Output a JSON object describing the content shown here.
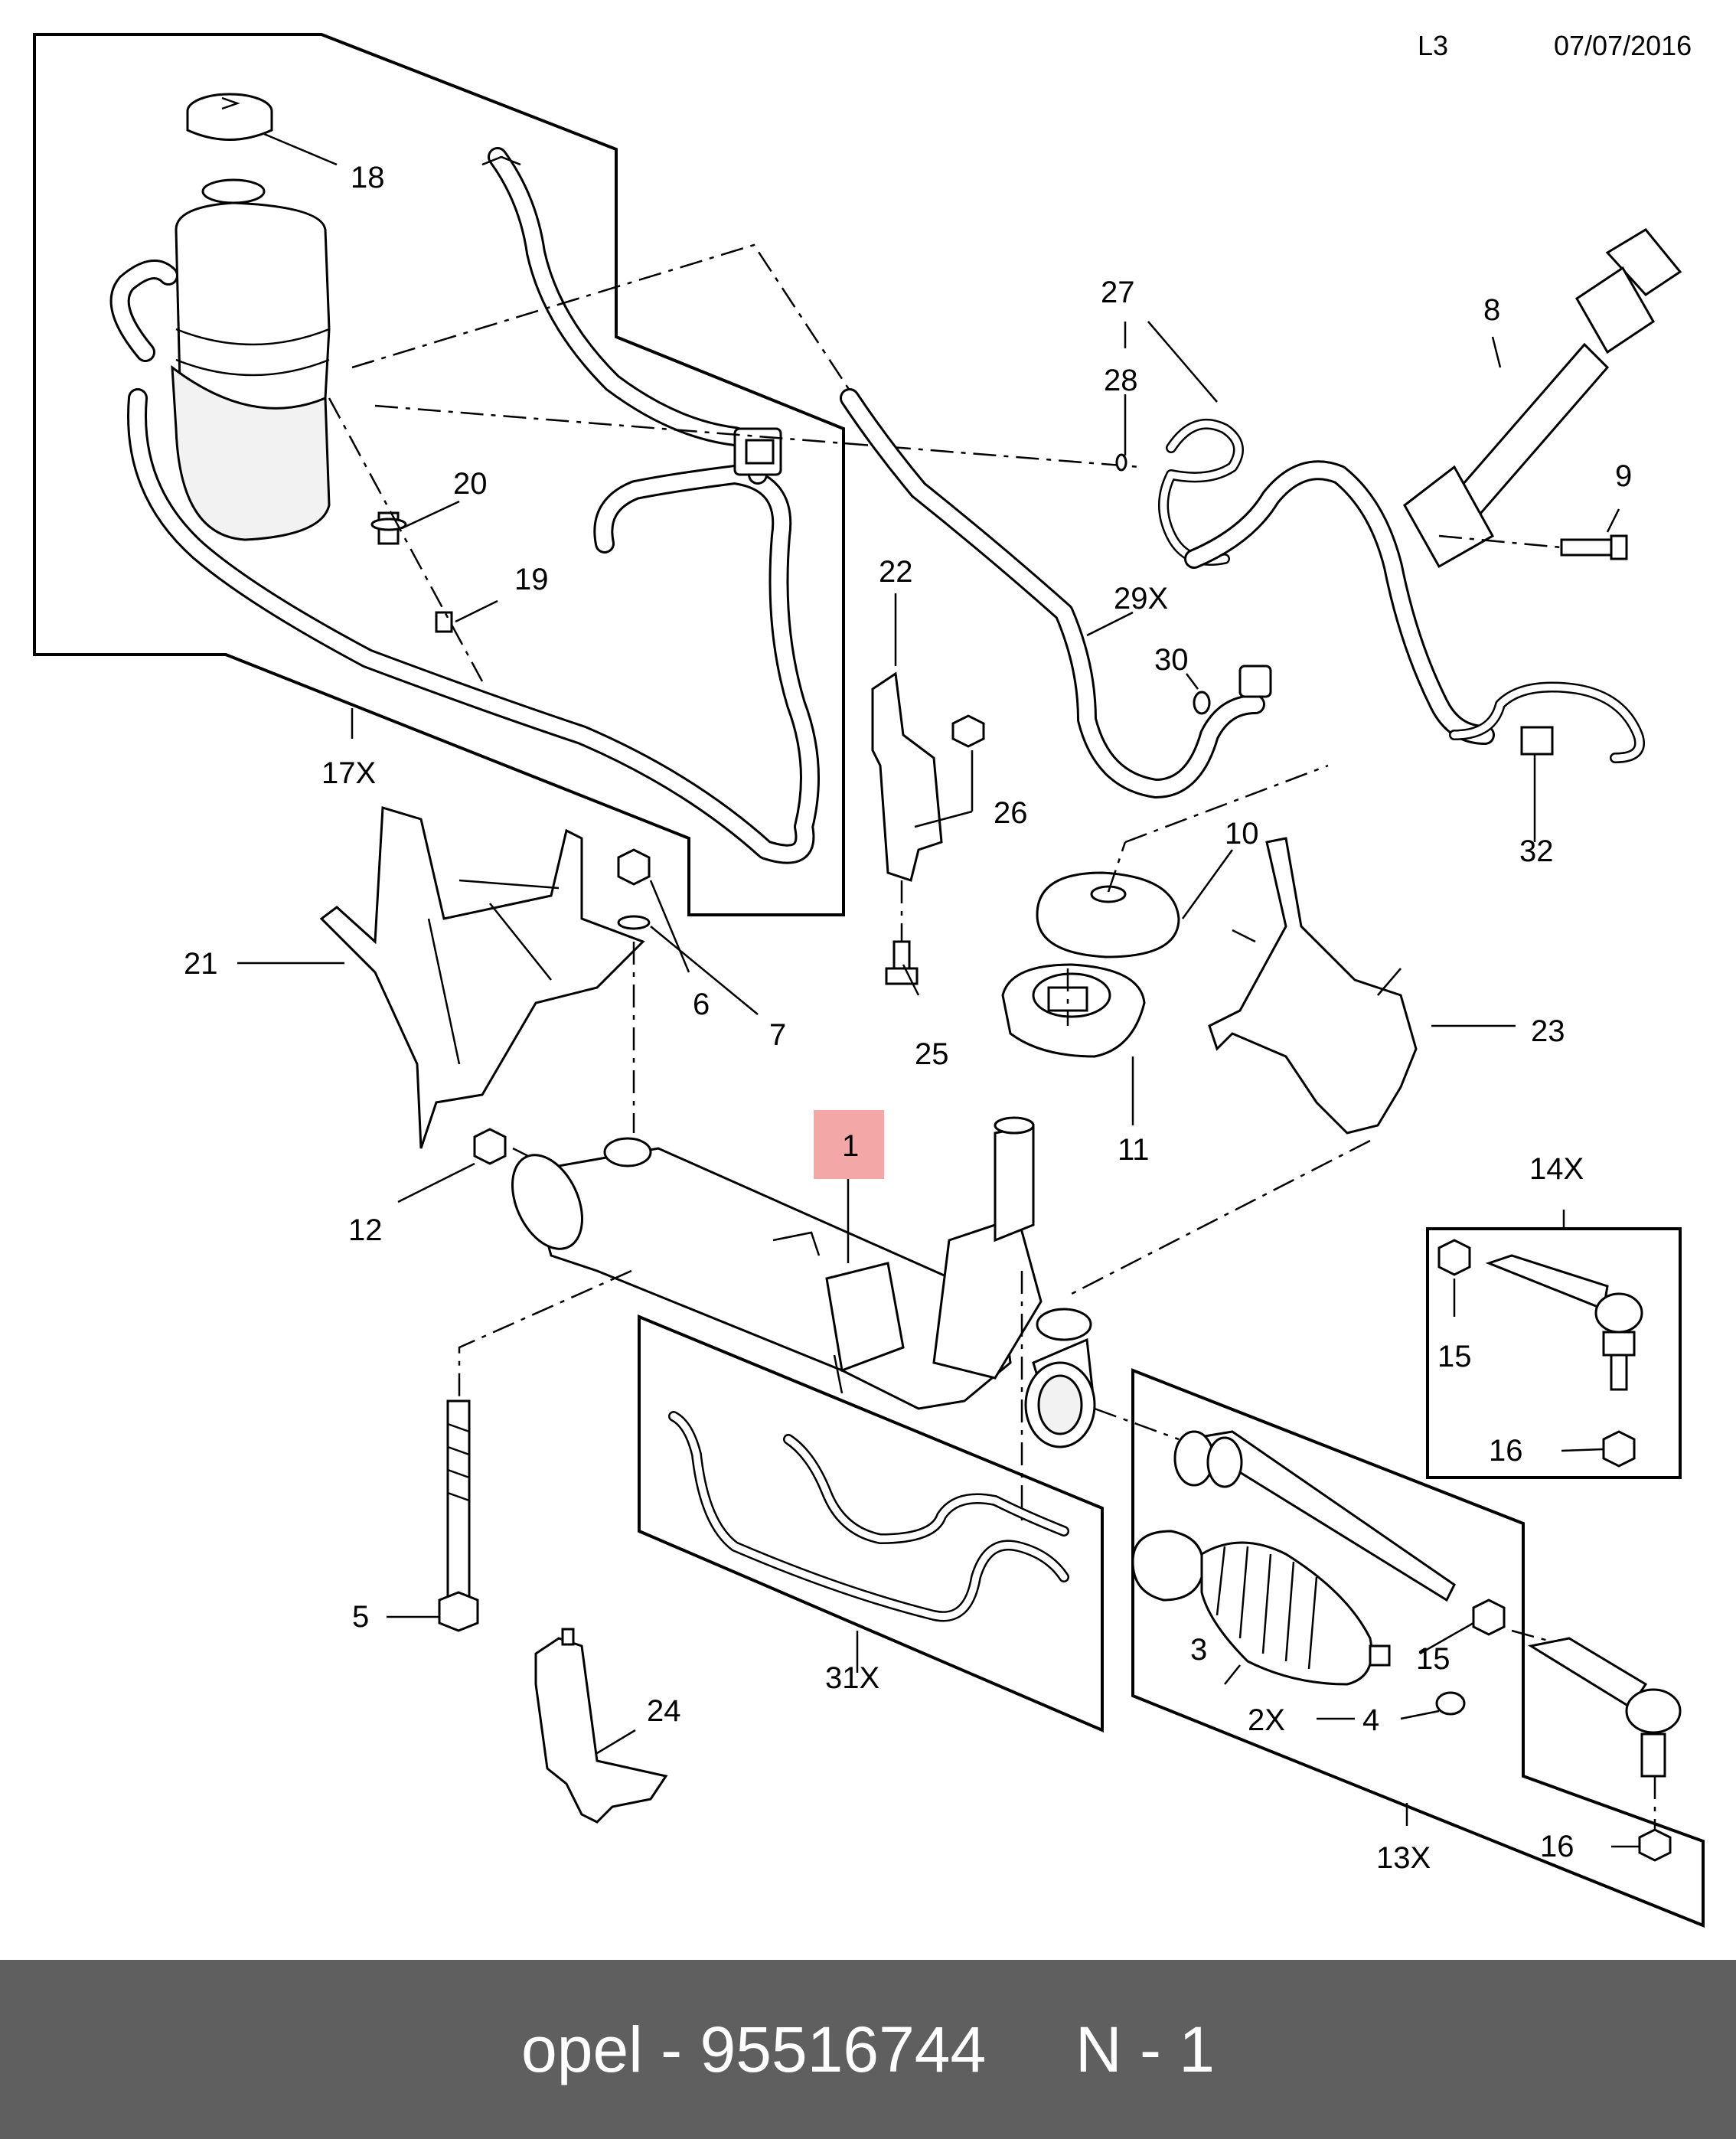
{
  "header": {
    "code": "L3",
    "date": "07/07/2016"
  },
  "highlight_color": "#f4a7a7",
  "callouts": {
    "c1": "1",
    "c2x": "2X",
    "c3": "3",
    "c4": "4",
    "c5": "5",
    "c6": "6",
    "c7": "7",
    "c8": "8",
    "c9": "9",
    "c10": "10",
    "c11": "11",
    "c12": "12",
    "c13x": "13X",
    "c14x": "14X",
    "c15a": "15",
    "c15b": "15",
    "c16a": "16",
    "c16b": "16",
    "c17x": "17X",
    "c18": "18",
    "c19": "19",
    "c20": "20",
    "c21": "21",
    "c22": "22",
    "c23": "23",
    "c24": "24",
    "c25": "25",
    "c26": "26",
    "c27": "27",
    "c28": "28",
    "c29x": "29X",
    "c30": "30",
    "c31x": "31X",
    "c32": "32"
  },
  "footer": {
    "brand": "opel",
    "separator": "-",
    "part_number": "95516744",
    "note": "N - 1"
  }
}
